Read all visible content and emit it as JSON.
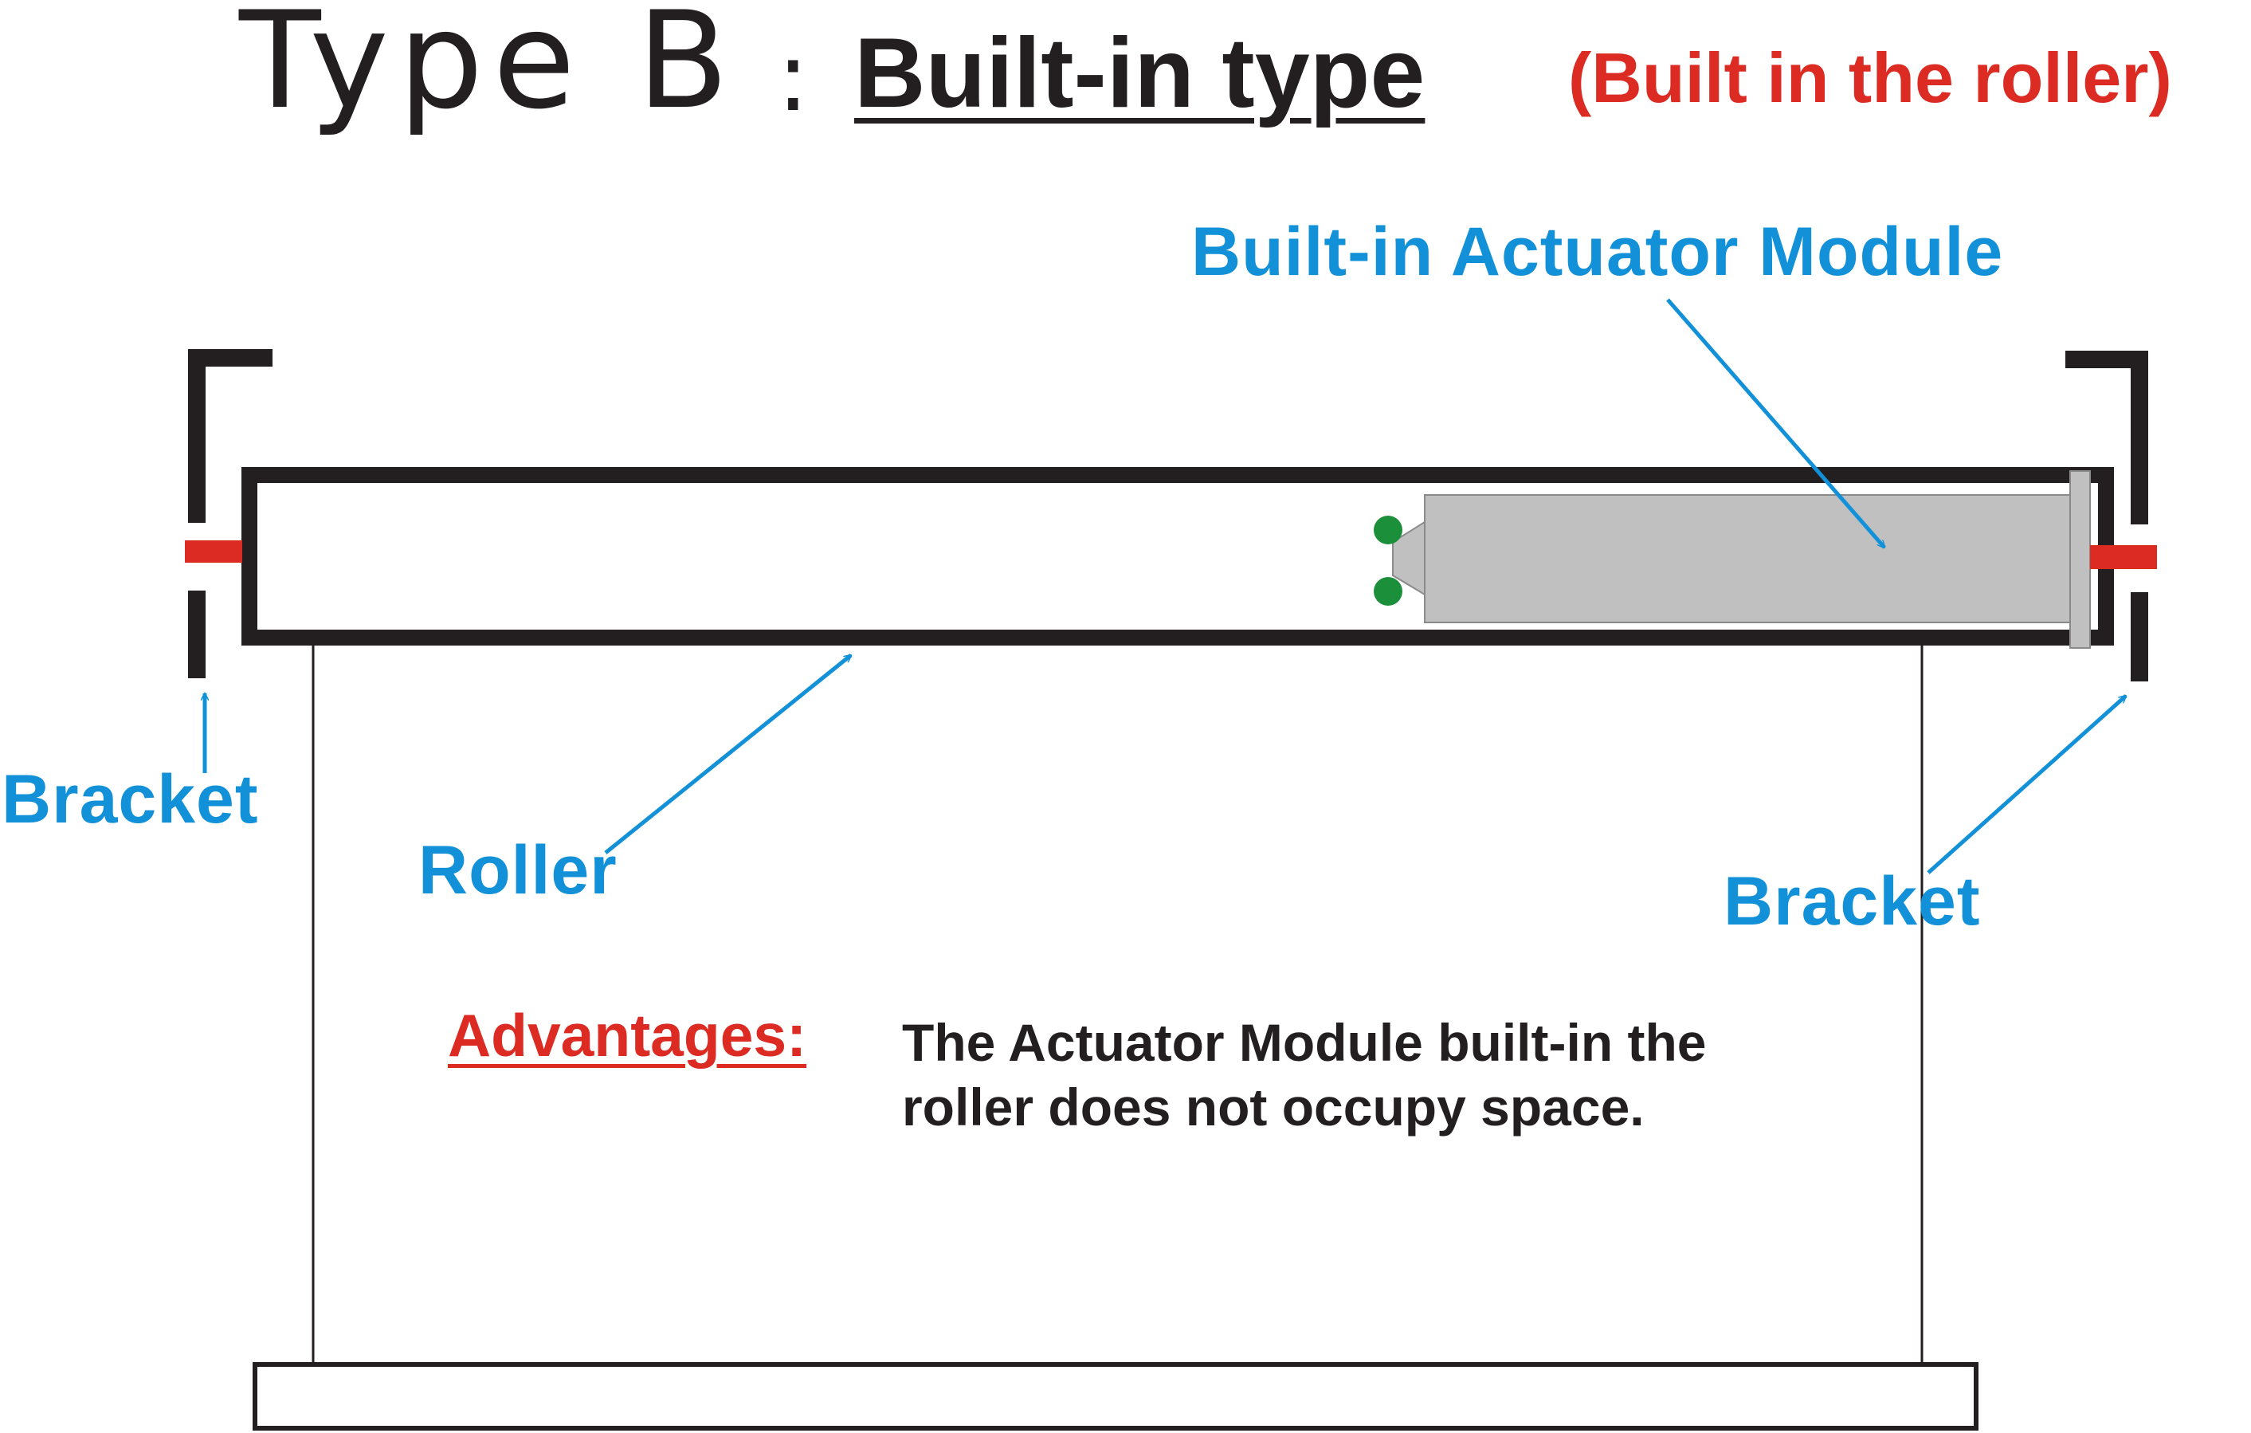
{
  "title": {
    "type_label": "Type  B",
    "colon": ":",
    "main": "Built-in type",
    "sub": "(Built in the roller)"
  },
  "labels": {
    "actuator_module": "Built-in Actuator Module",
    "bracket_left": "Bracket",
    "roller": "Roller",
    "bracket_right": "Bracket"
  },
  "advantages": {
    "label": "Advantages:",
    "line1": "The Actuator Module built-in the",
    "line2": "roller does not occupy space."
  },
  "colors": {
    "outline": "#231f20",
    "label_blue": "#1391d8",
    "accent_red": "#dc2b23",
    "actuator_gray": "#c0c0c0",
    "actuator_end_green": "#1b8f3a"
  }
}
